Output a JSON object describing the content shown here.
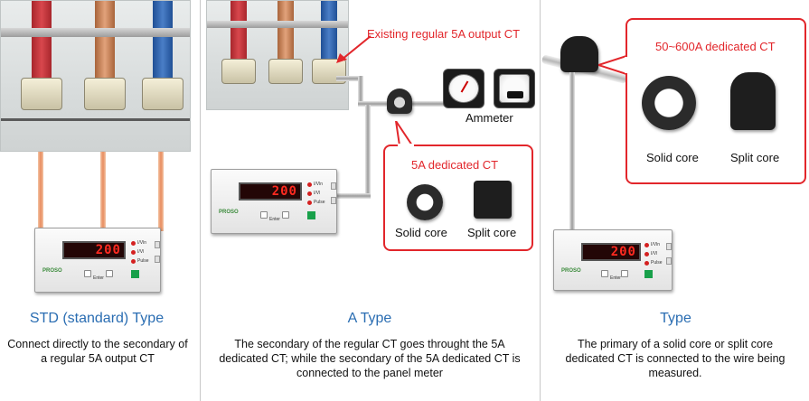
{
  "colors": {
    "accent_red": "#e2262b",
    "heading_blue": "#2a6db2",
    "cable_copper": "#e88d60",
    "busbar_red": "#c73a40",
    "busbar_blue": "#3a6fb8"
  },
  "panel_std": {
    "heading": "STD (standard) Type",
    "desc": "Connect directly to the secondary of a regular 5A output CT"
  },
  "panel_a": {
    "existing_ct_label": "Existing regular 5A output CT",
    "ammeter_label": "Ammeter",
    "dedicated_ct_title": "5A dedicated CT",
    "solid_core_label": "Solid core",
    "split_core_label": "Split core",
    "heading": "A Type",
    "desc": "The secondary of the regular CT goes throught the 5A dedicated CT; while the secondary of the 5A dedicated CT is connected to the panel meter"
  },
  "panel_b": {
    "dedicated_ct_title": "50~600A dedicated CT",
    "solid_core_label": "Solid core",
    "split_core_label": "Split core",
    "heading": "Type",
    "desc": "The primary of a solid core or split core dedicated CT is connected to the wire being measured."
  },
  "meter": {
    "display": "200",
    "led_labels": [
      "I/Vln",
      "I/Vl",
      "Pulse"
    ],
    "brand": "PROSO",
    "button_label": "Enter"
  },
  "icons": {
    "solid_core": "solid-core-ct-icon",
    "split_core": "split-core-ct-icon",
    "ammeter": "analog-ammeter-icon",
    "arrow": "arrow-left-icon"
  }
}
